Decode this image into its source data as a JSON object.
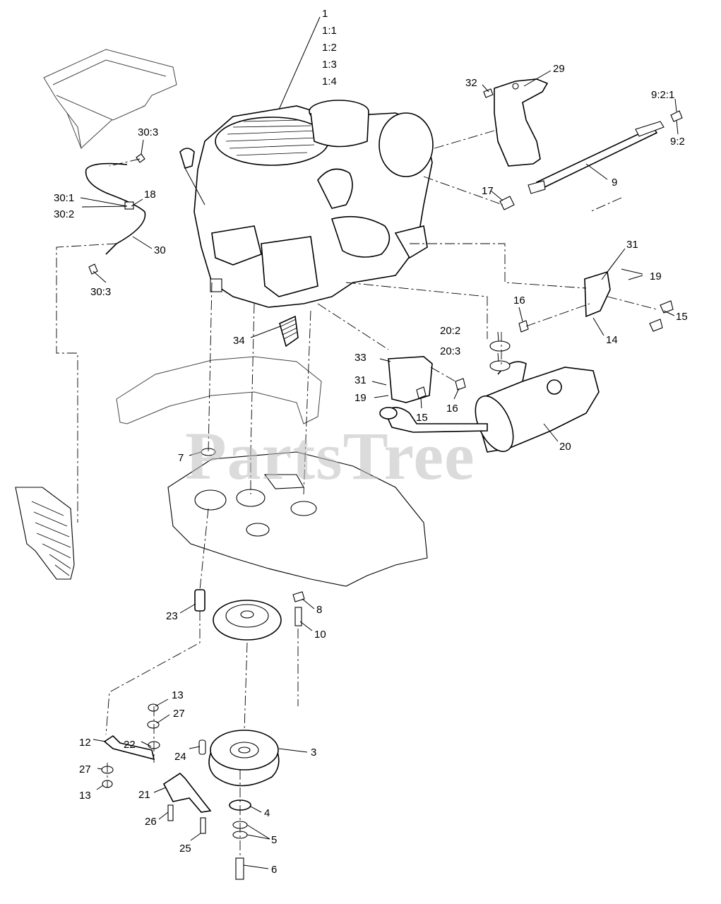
{
  "watermark": "PartsTree",
  "callouts": {
    "c1": "1",
    "c1_1": "1:1",
    "c1_2": "1:2",
    "c1_3": "1:3",
    "c1_4": "1:4",
    "c29": "29",
    "c32": "32",
    "c9_2_1": "9:2:1",
    "c9_2": "9:2",
    "c9": "9",
    "c17": "17",
    "c30_3a": "30:3",
    "c30_1": "30:1",
    "c30_2": "30:2",
    "c18": "18",
    "c30": "30",
    "c30_3b": "30:3",
    "c31a": "31",
    "c19a": "19",
    "c14": "14",
    "c15a": "15",
    "c16a": "16",
    "c20_2": "20:2",
    "c20_3": "20:3",
    "c33": "33",
    "c31b": "31",
    "c19b": "19",
    "c15b": "15",
    "c16b": "16",
    "c20": "20",
    "c34": "34",
    "c7": "7",
    "c23": "23",
    "c8": "8",
    "c10": "10",
    "c13a": "13",
    "c27a": "27",
    "c12": "12",
    "c27b": "27",
    "c22": "22",
    "c13b": "13",
    "c24": "24",
    "c3": "3",
    "c21": "21",
    "c26": "26",
    "c4": "4",
    "c25": "25",
    "c5": "5",
    "c6": "6"
  }
}
